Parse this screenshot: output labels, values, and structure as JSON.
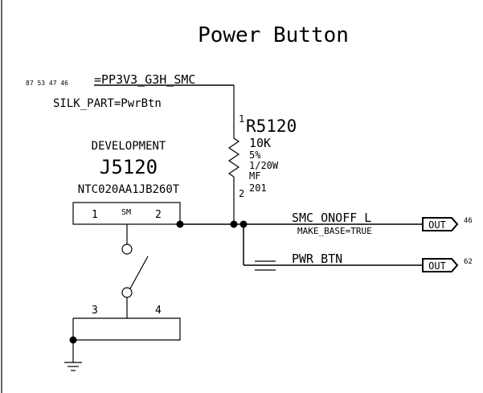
{
  "title": "Power Button",
  "net_top": {
    "name": "=PP3V3_G3H_SMC",
    "page_refs": "87 53 47 46"
  },
  "silk_part": "SILK_PART=PwrBtn",
  "connector": {
    "tag": "DEVELOPMENT",
    "refdes": "J5120",
    "part_number": "NTC020AA1JB260T",
    "pin_a": "1",
    "pin_b": "2",
    "footprint": "SM",
    "pin_c": "3",
    "pin_d": "4"
  },
  "resistor": {
    "refdes": "R5120",
    "value": "10K",
    "tolerance": "5%",
    "power": "1/20W",
    "type": "MF",
    "package": "201",
    "pin_top": "1",
    "pin_bottom": "2"
  },
  "out_signals": [
    {
      "net": "SMC_ONOFF_L",
      "attr": "MAKE_BASE=TRUE",
      "flag": "OUT",
      "page_ref": "46"
    },
    {
      "net": "PWR_BTN",
      "attr": "",
      "flag": "OUT",
      "page_ref": "62"
    }
  ]
}
